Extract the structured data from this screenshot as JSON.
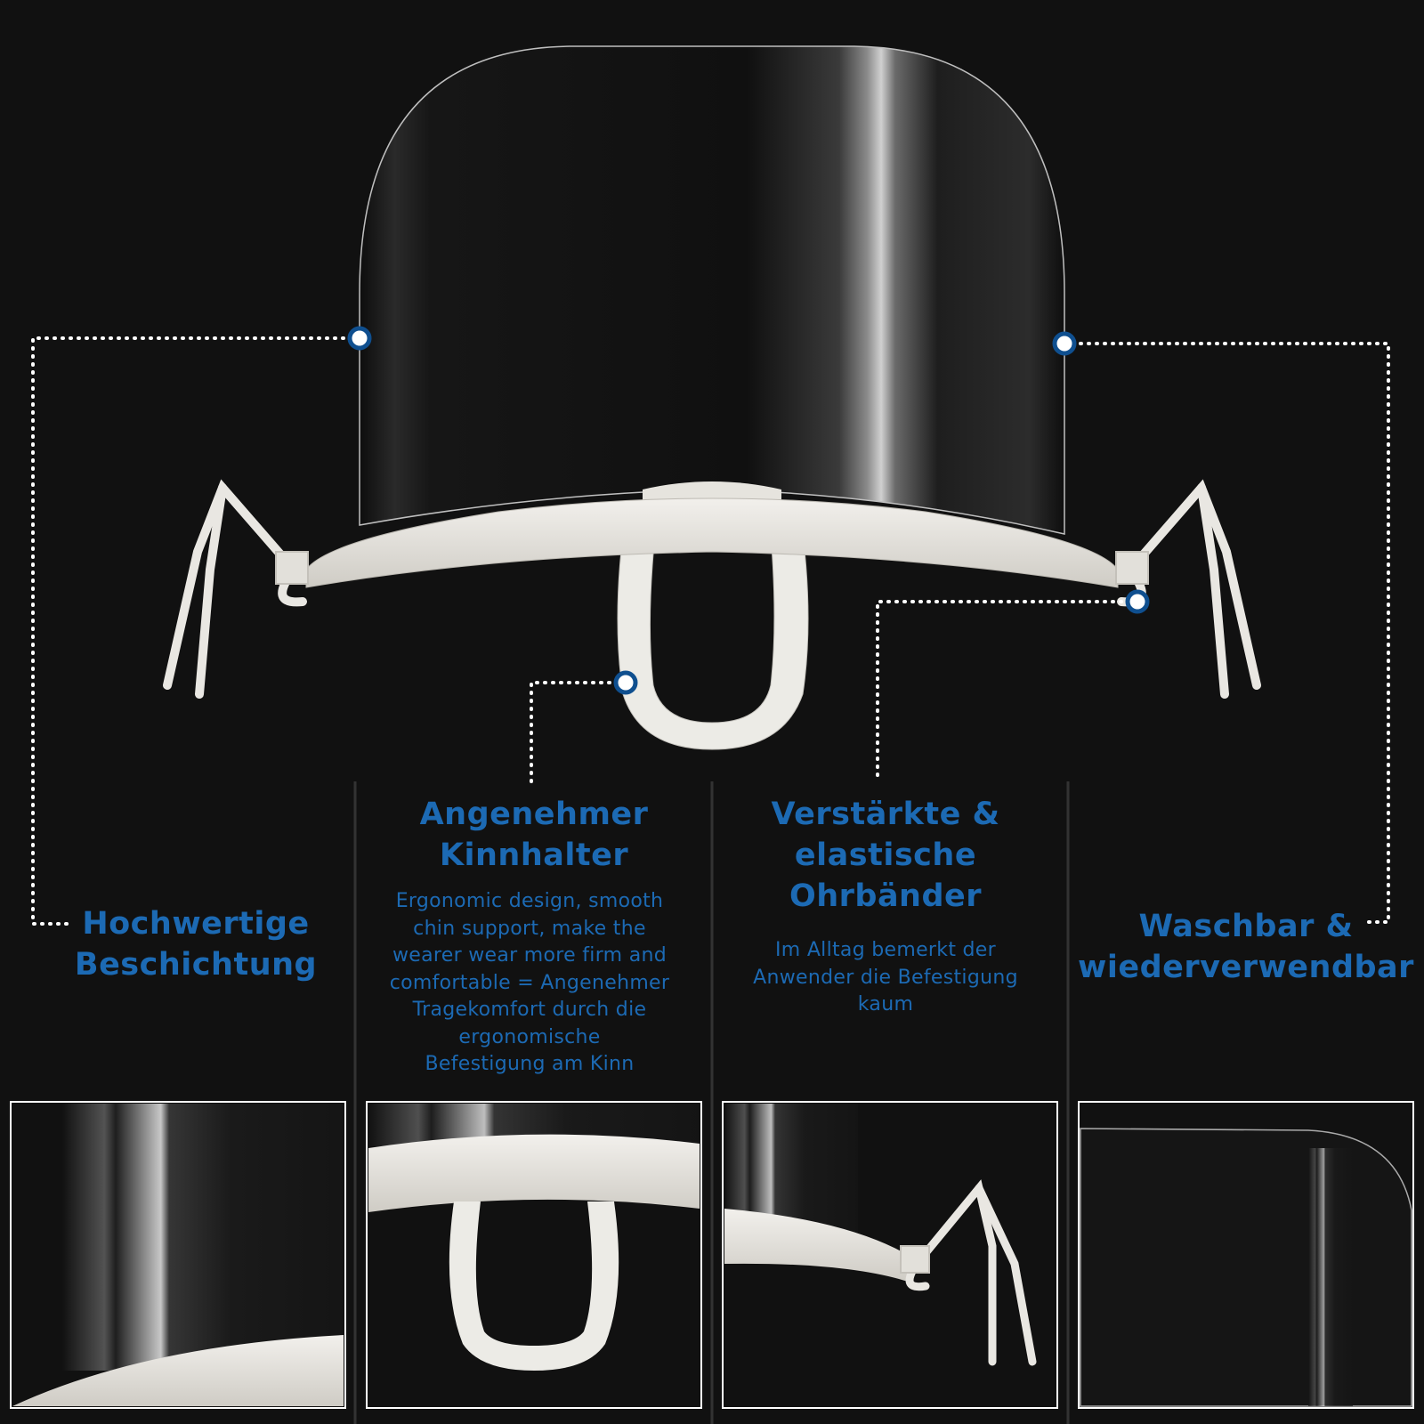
{
  "features": [
    {
      "title": "Hochwertige\nBeschichtung",
      "description": ""
    },
    {
      "title": "Angenehmer\nKinnhalter",
      "description": "Ergonomic design, smooth\nchin support, make the\nwearer wear more firm and\ncomfortable = Angenehmer\nTragekomfort durch die\nergonomische\nBefestigung am Kinn"
    },
    {
      "title": "Verstärkte &\nelastische\nOhrbänder",
      "description": "Im Alltag bemerkt der\nAnwender die Befestigung\nkaum"
    },
    {
      "title": "Waschbar &\nwiederverwendbar",
      "description": ""
    }
  ],
  "colors": {
    "background": "#111111",
    "accent_blue": "#1c6ab4",
    "marker_blue": "#0f4f8f",
    "frame_white": "#e9e7e2",
    "leader_dots": "#ffffff"
  },
  "icons": [
    "callout-marker-icon"
  ]
}
